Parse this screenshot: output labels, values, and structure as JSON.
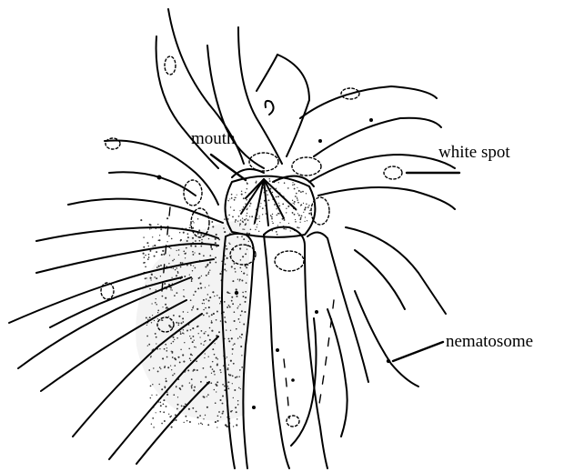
{
  "labels": {
    "mouth": "mouth",
    "white_spot": "white spot",
    "nematosome": "nematosome"
  },
  "colors": {
    "ink": "#000000",
    "stipple": "#2a2a2a",
    "background": "#ffffff"
  }
}
